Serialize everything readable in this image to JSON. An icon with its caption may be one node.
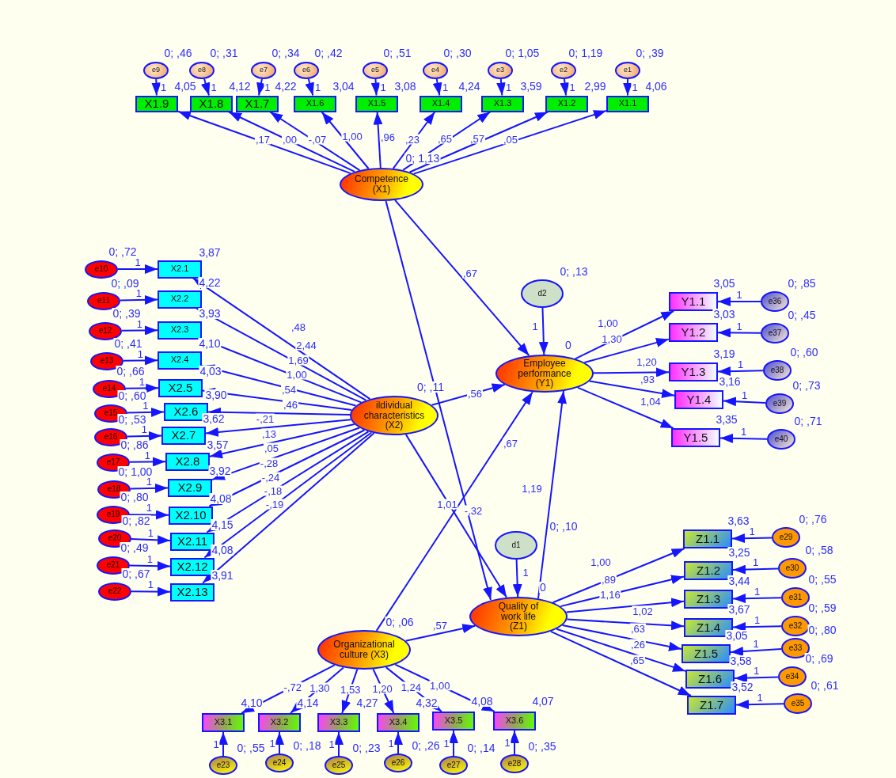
{
  "diagram": {
    "nodes": [
      {
        "text": [
          "e9"
        ],
        "beside": [
          "0; ,46"
        ]
      },
      {
        "text": [
          "e8"
        ],
        "beside": [
          "0; ,31"
        ]
      },
      {
        "text": [
          "e7"
        ],
        "beside": [
          "0; ,34"
        ]
      },
      {
        "text": [
          "e6"
        ],
        "beside": [
          "0; ,42"
        ]
      },
      {
        "text": [
          "e5"
        ],
        "beside": [
          "0; ,51"
        ]
      },
      {
        "text": [
          "e4"
        ],
        "beside": [
          "0; ,30"
        ]
      },
      {
        "text": [
          "e3"
        ],
        "beside": [
          "0; 1,05"
        ]
      },
      {
        "text": [
          "e2"
        ],
        "beside": [
          "0; 1,19"
        ]
      },
      {
        "text": [
          "e1"
        ],
        "beside": [
          "0; ,39"
        ]
      },
      {
        "text": [
          "X1.9"
        ],
        "beside": [
          "4,05"
        ]
      },
      {
        "text": [
          "X1.8"
        ],
        "beside": [
          "4,12"
        ]
      },
      {
        "text": [
          "X1.7"
        ],
        "beside": [
          "4,22"
        ]
      },
      {
        "text": [
          "X1.6"
        ],
        "beside": [
          "3,04"
        ]
      },
      {
        "text": [
          "X1.5"
        ],
        "beside": [
          "3,08"
        ]
      },
      {
        "text": [
          "X1.4"
        ],
        "beside": [
          "4,24"
        ]
      },
      {
        "text": [
          "X1.3"
        ],
        "beside": [
          "3,59"
        ]
      },
      {
        "text": [
          "X1.2"
        ],
        "beside": [
          "2,99"
        ]
      },
      {
        "text": [
          "X1.1"
        ],
        "beside": [
          "4,06"
        ]
      },
      {
        "text": [
          "Competence (X1)"
        ],
        "beside": [
          "0; 1,13"
        ]
      },
      {
        "text": [
          "e10"
        ],
        "beside": [
          "0; ,72"
        ]
      },
      {
        "text": [
          "e11"
        ],
        "beside": [
          "0; ,09"
        ]
      },
      {
        "text": [
          "e12"
        ],
        "beside": [
          "0; ,39"
        ]
      },
      {
        "text": [
          "e13"
        ],
        "beside": [
          "0; ,41"
        ]
      },
      {
        "text": [
          "e14"
        ],
        "beside": [
          "0; ,66"
        ]
      },
      {
        "text": [
          "e15"
        ],
        "beside": [
          "0; ,60"
        ]
      },
      {
        "text": [
          "e16"
        ],
        "beside": [
          "0; ,53"
        ]
      },
      {
        "text": [
          "e17"
        ],
        "beside": [
          "0; ,86"
        ]
      },
      {
        "text": [
          "e18"
        ],
        "beside": [
          "0; 1,00"
        ]
      },
      {
        "text": [
          "e19"
        ],
        "beside": [
          "0; ,80"
        ]
      },
      {
        "text": [
          "e20"
        ],
        "beside": [
          "0; ,82"
        ]
      },
      {
        "text": [
          "e21"
        ],
        "beside": [
          "0; ,49"
        ]
      },
      {
        "text": [
          "e22"
        ],
        "beside": [
          "0; ,67"
        ]
      },
      {
        "text": [
          "X2.1"
        ],
        "beside": [
          "3,87"
        ]
      },
      {
        "text": [
          "X2.2"
        ],
        "beside": [
          "4,22"
        ]
      },
      {
        "text": [
          "X2.3"
        ],
        "beside": [
          "3,93"
        ]
      },
      {
        "text": [
          "X2.4"
        ],
        "beside": [
          "4,10"
        ]
      },
      {
        "text": [
          "X2.5"
        ],
        "beside": [
          "4,03"
        ]
      },
      {
        "text": [
          "X2.6"
        ],
        "beside": [
          "3,90"
        ]
      },
      {
        "text": [
          "X2.7"
        ],
        "beside": [
          "3,62"
        ]
      },
      {
        "text": [
          "X2.8"
        ],
        "beside": [
          "3,57"
        ]
      },
      {
        "text": [
          "X2.9"
        ],
        "beside": [
          "3,92"
        ]
      },
      {
        "text": [
          "X2.10"
        ],
        "beside": [
          "4,08"
        ]
      },
      {
        "text": [
          "X2.11"
        ],
        "beside": [
          "4,15"
        ]
      },
      {
        "text": [
          "X2.12"
        ],
        "beside": [
          "4,08"
        ]
      },
      {
        "text": [
          "X2.13"
        ],
        "beside": [
          "3,91"
        ]
      },
      {
        "text": [
          "ildividual characteristics (X2)"
        ],
        "beside": [
          "0; ,11"
        ]
      },
      {
        "text": [
          "d2"
        ],
        "beside": [
          "0; ,13"
        ]
      },
      {
        "text": [
          "Y1.1"
        ],
        "beside": [
          "3,05"
        ]
      },
      {
        "text": [
          "Y1.2"
        ],
        "beside": [
          "3,03"
        ]
      },
      {
        "text": [
          "Y1.3"
        ],
        "beside": [
          "3,19"
        ]
      },
      {
        "text": [
          "Y1.4"
        ],
        "beside": [
          "3,16"
        ]
      },
      {
        "text": [
          "Y1.5"
        ],
        "beside": [
          "3,35"
        ]
      },
      {
        "text": [
          "e36"
        ],
        "beside": [
          "0; ,85"
        ]
      },
      {
        "text": [
          "e37"
        ],
        "beside": [
          "0; ,45"
        ]
      },
      {
        "text": [
          "e38"
        ],
        "beside": [
          "0; ,60"
        ]
      },
      {
        "text": [
          "e39"
        ],
        "beside": [
          "0; ,73"
        ]
      },
      {
        "text": [
          "e40"
        ],
        "beside": [
          "0; ,71"
        ]
      },
      {
        "text": [
          "Employee performance (Y1)"
        ],
        "beside": [
          "0"
        ]
      },
      {
        "text": [
          "d1"
        ],
        "beside": [
          "0; ,10"
        ]
      },
      {
        "text": [
          "Z1.1"
        ],
        "beside": [
          "3,63"
        ]
      },
      {
        "text": [
          "Z1.2"
        ],
        "beside": [
          "3,25"
        ]
      },
      {
        "text": [
          "Z1.3"
        ],
        "beside": [
          "3,44"
        ]
      },
      {
        "text": [
          "Z1.4"
        ],
        "beside": [
          "3,67"
        ]
      },
      {
        "text": [
          "Z1.5"
        ],
        "beside": [
          "3,05"
        ]
      },
      {
        "text": [
          "Z1.6"
        ],
        "beside": [
          "3,58"
        ]
      },
      {
        "text": [
          "Z1.7"
        ],
        "beside": [
          "3,52"
        ]
      },
      {
        "text": [
          "e29"
        ],
        "beside": [
          "0; ,76"
        ]
      },
      {
        "text": [
          "e30"
        ],
        "beside": [
          "0; ,58"
        ]
      },
      {
        "text": [
          "e31"
        ],
        "beside": [
          "0; ,55"
        ]
      },
      {
        "text": [
          "e32"
        ],
        "beside": [
          "0; ,59"
        ]
      },
      {
        "text": [
          "e33"
        ],
        "beside": [
          "0; ,80"
        ]
      },
      {
        "text": [
          "e34"
        ],
        "beside": [
          "0; ,69"
        ]
      },
      {
        "text": [
          "e35"
        ],
        "beside": [
          "0; ,61"
        ]
      },
      {
        "text": [
          "Quality of work life (Z1)"
        ],
        "beside": [
          "0"
        ]
      },
      {
        "text": [
          "Organizational culture (X3)"
        ],
        "beside": [
          "0; ,06"
        ]
      },
      {
        "text": [
          "X3.1"
        ],
        "beside": [
          "4,10"
        ]
      },
      {
        "text": [
          "X3.2"
        ],
        "beside": [
          "4,14"
        ]
      },
      {
        "text": [
          "X3.3"
        ],
        "beside": [
          "4,27"
        ]
      },
      {
        "text": [
          "X3.4"
        ],
        "beside": [
          "4,32"
        ]
      },
      {
        "text": [
          "X3.5"
        ],
        "beside": [
          "4,08"
        ]
      },
      {
        "text": [
          "X3.6"
        ],
        "beside": [
          "4,07"
        ]
      },
      {
        "text": [
          "e23"
        ],
        "beside": [
          "0; ,55"
        ]
      },
      {
        "text": [
          "e24"
        ],
        "beside": [
          "0; ,18"
        ]
      },
      {
        "text": [
          "e25"
        ],
        "beside": [
          "0; ,23"
        ]
      },
      {
        "text": [
          "e26"
        ],
        "beside": [
          "0; ,26"
        ]
      },
      {
        "text": [
          "e27"
        ],
        "beside": [
          "0; ,14"
        ]
      },
      {
        "text": [
          "e28"
        ],
        "beside": [
          "0; ,35"
        ]
      }
    ],
    "edges": [
      {
        "from": 18,
        "to": 9,
        "arrow": "to",
        "label": ",17"
      },
      {
        "from": 18,
        "to": 10,
        "arrow": "to",
        "label": ",00"
      },
      {
        "from": 18,
        "to": 11,
        "arrow": "to",
        "label": "-,07"
      },
      {
        "from": 18,
        "to": 12,
        "arrow": "to",
        "label": "1,00"
      },
      {
        "from": 18,
        "to": 13,
        "arrow": "to",
        "label": ",96"
      },
      {
        "from": 18,
        "to": 14,
        "arrow": "to",
        "label": ",23"
      },
      {
        "from": 18,
        "to": 15,
        "arrow": "to",
        "label": ",65"
      },
      {
        "from": 18,
        "to": 16,
        "arrow": "to",
        "label": ",57"
      },
      {
        "from": 18,
        "to": 17,
        "arrow": "to",
        "label": ",05"
      },
      {
        "from": 0,
        "to": 9,
        "arrow": "to",
        "label": "1"
      },
      {
        "from": 1,
        "to": 10,
        "arrow": "to",
        "label": "1"
      },
      {
        "from": 2,
        "to": 11,
        "arrow": "to",
        "label": "1"
      },
      {
        "from": 3,
        "to": 12,
        "arrow": "to",
        "label": "1"
      },
      {
        "from": 4,
        "to": 13,
        "arrow": "to",
        "label": "1"
      },
      {
        "from": 5,
        "to": 14,
        "arrow": "to",
        "label": "1"
      },
      {
        "from": 6,
        "to": 15,
        "arrow": "to",
        "label": "1"
      },
      {
        "from": 7,
        "to": 16,
        "arrow": "to",
        "label": "1"
      },
      {
        "from": 8,
        "to": 17,
        "arrow": "to",
        "label": "1"
      },
      {
        "from": 45,
        "to": 32,
        "arrow": "to",
        "label": ",48"
      },
      {
        "from": 45,
        "to": 33,
        "arrow": "to",
        "label": "2,44"
      },
      {
        "from": 45,
        "to": 34,
        "arrow": "to",
        "label": "1,69"
      },
      {
        "from": 45,
        "to": 35,
        "arrow": "to",
        "label": "1,00"
      },
      {
        "from": 45,
        "to": 36,
        "arrow": "to",
        "label": ",54"
      },
      {
        "from": 45,
        "to": 37,
        "arrow": "to",
        "label": ",46"
      },
      {
        "from": 45,
        "to": 38,
        "arrow": "to",
        "label": "-,21"
      },
      {
        "from": 45,
        "to": 39,
        "arrow": "to",
        "label": ",13"
      },
      {
        "from": 45,
        "to": 40,
        "arrow": "to",
        "label": ",05"
      },
      {
        "from": 45,
        "to": 41,
        "arrow": "to",
        "label": "-,28"
      },
      {
        "from": 45,
        "to": 42,
        "arrow": "to",
        "label": "-,24"
      },
      {
        "from": 45,
        "to": 43,
        "arrow": "to",
        "label": "-,18"
      },
      {
        "from": 45,
        "to": 44,
        "arrow": "to",
        "label": "-,19"
      },
      {
        "from": 19,
        "to": 32,
        "arrow": "to",
        "label": "1"
      },
      {
        "from": 20,
        "to": 33,
        "arrow": "to",
        "label": "1"
      },
      {
        "from": 21,
        "to": 34,
        "arrow": "to",
        "label": "1"
      },
      {
        "from": 22,
        "to": 35,
        "arrow": "to",
        "label": "1"
      },
      {
        "from": 23,
        "to": 36,
        "arrow": "to",
        "label": "1"
      },
      {
        "from": 24,
        "to": 37,
        "arrow": "to",
        "label": "1"
      },
      {
        "from": 25,
        "to": 38,
        "arrow": "to",
        "label": "1"
      },
      {
        "from": 26,
        "to": 39,
        "arrow": "to",
        "label": "1"
      },
      {
        "from": 27,
        "to": 40,
        "arrow": "to",
        "label": "1"
      },
      {
        "from": 28,
        "to": 41,
        "arrow": "to",
        "label": "1"
      },
      {
        "from": 29,
        "to": 42,
        "arrow": "to",
        "label": "1"
      },
      {
        "from": 30,
        "to": 43,
        "arrow": "to",
        "label": "1"
      },
      {
        "from": 31,
        "to": 44,
        "arrow": "to",
        "label": "1"
      },
      {
        "from": 46,
        "to": 57,
        "arrow": "to",
        "label": "1"
      },
      {
        "from": 57,
        "to": 47,
        "arrow": "to",
        "label": "1,00"
      },
      {
        "from": 57,
        "to": 48,
        "arrow": "to",
        "label": "1,30"
      },
      {
        "from": 57,
        "to": 49,
        "arrow": "to",
        "label": "1,20"
      },
      {
        "from": 57,
        "to": 50,
        "arrow": "to",
        "label": ",93"
      },
      {
        "from": 57,
        "to": 51,
        "arrow": "to",
        "label": "1,04"
      },
      {
        "from": 52,
        "to": 47,
        "arrow": "to",
        "label": "1"
      },
      {
        "from": 53,
        "to": 48,
        "arrow": "to",
        "label": "1"
      },
      {
        "from": 54,
        "to": 49,
        "arrow": "to",
        "label": "1"
      },
      {
        "from": 55,
        "to": 50,
        "arrow": "to",
        "label": "1"
      },
      {
        "from": 56,
        "to": 51,
        "arrow": "to",
        "label": "1"
      },
      {
        "from": 58,
        "to": 73,
        "arrow": "to",
        "label": "1"
      },
      {
        "from": 73,
        "to": 59,
        "arrow": "to",
        "label": "1,00"
      },
      {
        "from": 73,
        "to": 60,
        "arrow": "to",
        "label": ",89"
      },
      {
        "from": 73,
        "to": 61,
        "arrow": "to",
        "label": "1,16"
      },
      {
        "from": 73,
        "to": 62,
        "arrow": "to",
        "label": "1,02"
      },
      {
        "from": 73,
        "to": 63,
        "arrow": "to",
        "label": ",63"
      },
      {
        "from": 73,
        "to": 64,
        "arrow": "to",
        "label": ",26"
      },
      {
        "from": 73,
        "to": 65,
        "arrow": "to",
        "label": ",65"
      },
      {
        "from": 66,
        "to": 59,
        "arrow": "to",
        "label": "1"
      },
      {
        "from": 67,
        "to": 60,
        "arrow": "to",
        "label": "1"
      },
      {
        "from": 68,
        "to": 61,
        "arrow": "to",
        "label": "1"
      },
      {
        "from": 69,
        "to": 62,
        "arrow": "to",
        "label": "1"
      },
      {
        "from": 70,
        "to": 63,
        "arrow": "to",
        "label": "1"
      },
      {
        "from": 71,
        "to": 64,
        "arrow": "to",
        "label": "1"
      },
      {
        "from": 72,
        "to": 65,
        "arrow": "to",
        "label": "1"
      },
      {
        "from": 74,
        "to": 75,
        "arrow": "to",
        "label": "-,72"
      },
      {
        "from": 74,
        "to": 76,
        "arrow": "to",
        "label": "1,30"
      },
      {
        "from": 74,
        "to": 77,
        "arrow": "to",
        "label": "1,53"
      },
      {
        "from": 74,
        "to": 78,
        "arrow": "to",
        "label": "1,20"
      },
      {
        "from": 74,
        "to": 79,
        "arrow": "to",
        "label": "1,24"
      },
      {
        "from": 74,
        "to": 80,
        "arrow": "to",
        "label": "1,00"
      },
      {
        "from": 81,
        "to": 75,
        "arrow": "to",
        "label": "1"
      },
      {
        "from": 82,
        "to": 76,
        "arrow": "to",
        "label": "1"
      },
      {
        "from": 83,
        "to": 77,
        "arrow": "to",
        "label": "1"
      },
      {
        "from": 84,
        "to": 78,
        "arrow": "to",
        "label": "1"
      },
      {
        "from": 85,
        "to": 79,
        "arrow": "to",
        "label": "1"
      },
      {
        "from": 86,
        "to": 80,
        "arrow": "to",
        "label": "1"
      },
      {
        "from": 18,
        "to": 57,
        "arrow": "to",
        "label": ",67"
      },
      {
        "from": 18,
        "to": 73,
        "arrow": "to",
        "label": "-,32"
      },
      {
        "from": 45,
        "to": 57,
        "arrow": "to",
        "label": ",56"
      },
      {
        "from": 45,
        "to": 73,
        "arrow": "to",
        "label": "1,01"
      },
      {
        "from": 74,
        "to": 57,
        "arrow": "to",
        "label": ",67"
      },
      {
        "from": 74,
        "to": 73,
        "arrow": "to",
        "label": ",57"
      },
      {
        "from": 73,
        "to": 57,
        "arrow": "to",
        "label": "1,19"
      }
    ]
  }
}
